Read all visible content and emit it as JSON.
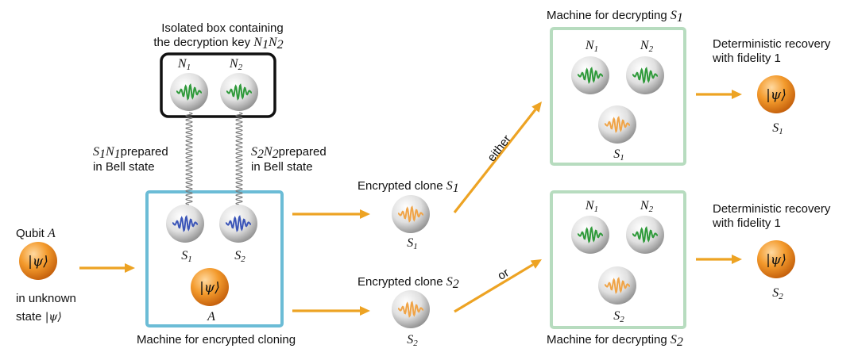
{
  "colors": {
    "arrow": "#eda323",
    "machine_box": "#6bbcd6",
    "decrypt_box": "#b7dcbf",
    "key_box": "#111111",
    "wave_green": "#2f9a3a",
    "wave_blue": "#3b55b8",
    "wave_orange": "#f0a447",
    "sphere_orange": "#ee8a22"
  },
  "labels": {
    "key_box_title_line1": "Isolated box containing",
    "key_box_title_line2_prefix": "the decryption key ",
    "key_sym": "N",
    "n1_sym": "N",
    "n1_sub": "1",
    "n2_sym": "N",
    "n2_sub": "2",
    "s1_sym": "S",
    "s1_sub": "1",
    "s2_sym": "S",
    "s2_sub": "2",
    "a_sym": "A",
    "psi_ket": "|ψ⟩",
    "qubit_prefix": "Qubit ",
    "in_unknown": "in unknown",
    "state_prefix": "state ",
    "bell1_suffix": "prepared",
    "bell2_suffix": "prepared",
    "in_bell_state": "in Bell state",
    "machine_encrypted": "Machine for encrypted cloning",
    "encrypted_clone": "Encrypted clone ",
    "either": "either",
    "or": "or",
    "machine_decrypting": "Machine for decrypting ",
    "recovery_line1": "Deterministic recovery",
    "recovery_line2": "with fidelity 1"
  }
}
